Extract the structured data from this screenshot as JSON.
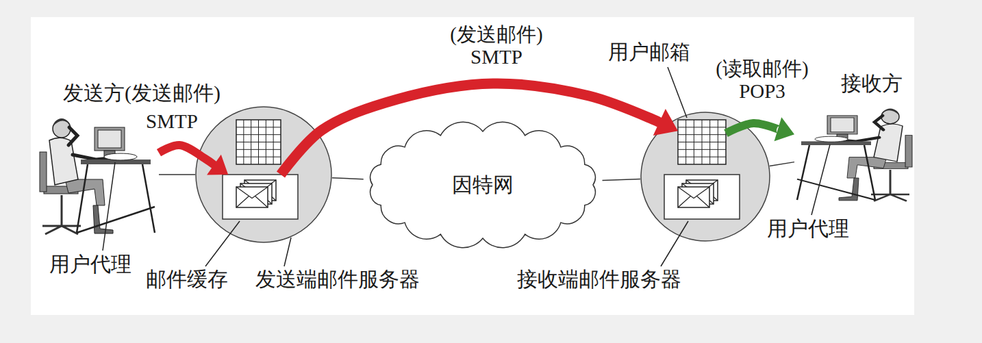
{
  "diagram": {
    "nodes": [
      {
        "text": [
          "发送方(发送邮件)"
        ]
      },
      {
        "text": [
          "发送端邮件服务器"
        ]
      },
      {
        "text": [
          "邮件缓存"
        ],
        "in": 1
      },
      {
        "text": [
          "因特网"
        ]
      },
      {
        "text": [
          "接收端邮件服务器"
        ]
      },
      {
        "text": [
          "用户邮箱"
        ],
        "in": 4
      },
      {
        "text": [
          "接收方"
        ]
      }
    ],
    "edges": [
      {
        "from": 0,
        "to": 2,
        "label": "SMTP",
        "arrow": "to"
      },
      {
        "from": 2,
        "to": 5,
        "label": "(发送邮件) SMTP",
        "arrow": "to"
      },
      {
        "from": 5,
        "to": 6,
        "label": "(读取邮件) POP3",
        "arrow": "to"
      },
      {
        "from": 0,
        "to": 1,
        "arrow": "none"
      },
      {
        "from": 1,
        "to": 3,
        "arrow": "none"
      },
      {
        "from": 3,
        "to": 4,
        "arrow": "none"
      },
      {
        "from": 4,
        "to": 6,
        "arrow": "none"
      }
    ],
    "labels": [
      "用户代理",
      "用户代理"
    ]
  }
}
